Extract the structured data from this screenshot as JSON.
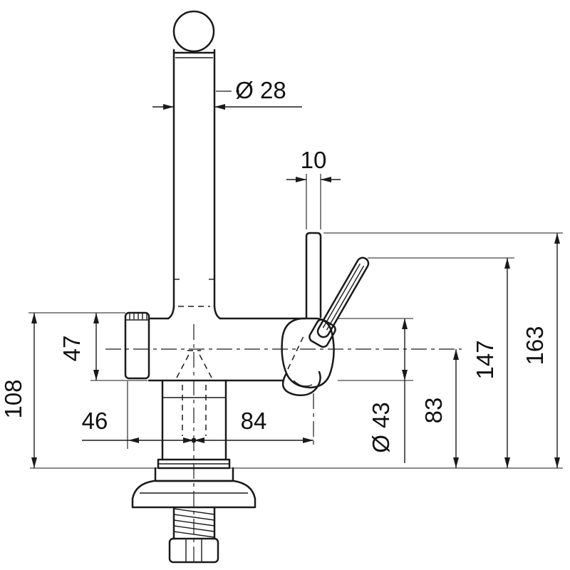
{
  "drawing": {
    "type": "technical-dimension-drawing",
    "subject": "kitchen-faucet-side-view-with-mounting-hardware",
    "units": "mm",
    "dimensions": {
      "spout_diameter": "Ø 28",
      "handle_stem_width": "10",
      "cartridge_height": "47",
      "body_height": "108",
      "left_knob_offset": "46",
      "handle_offset": "84",
      "body_diameter": "Ø 43",
      "outlet_center_height": "83",
      "lever_tip_height": "147",
      "total_height": "163"
    },
    "colors": {
      "line": "#1a1a1a",
      "background": "#ffffff"
    }
  }
}
